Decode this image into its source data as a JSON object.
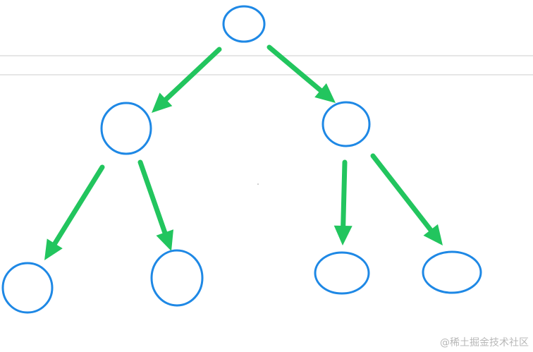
{
  "diagram": {
    "type": "binary-tree",
    "node_color": "#1e88e5",
    "edge_color": "#22c55e",
    "nodes": [
      {
        "id": "root",
        "label": ""
      },
      {
        "id": "left-child",
        "label": ""
      },
      {
        "id": "right-child",
        "label": ""
      },
      {
        "id": "left-left-leaf",
        "label": ""
      },
      {
        "id": "left-right-leaf",
        "label": ""
      },
      {
        "id": "right-left-leaf",
        "label": ""
      },
      {
        "id": "right-right-leaf",
        "label": ""
      }
    ],
    "edges": [
      {
        "from": "root",
        "to": "left-child"
      },
      {
        "from": "root",
        "to": "right-child"
      },
      {
        "from": "left-child",
        "to": "left-left-leaf"
      },
      {
        "from": "left-child",
        "to": "left-right-leaf"
      },
      {
        "from": "right-child",
        "to": "right-left-leaf"
      },
      {
        "from": "right-child",
        "to": "right-right-leaf"
      }
    ]
  },
  "watermark": {
    "text": "@稀土掘金技术社区"
  }
}
